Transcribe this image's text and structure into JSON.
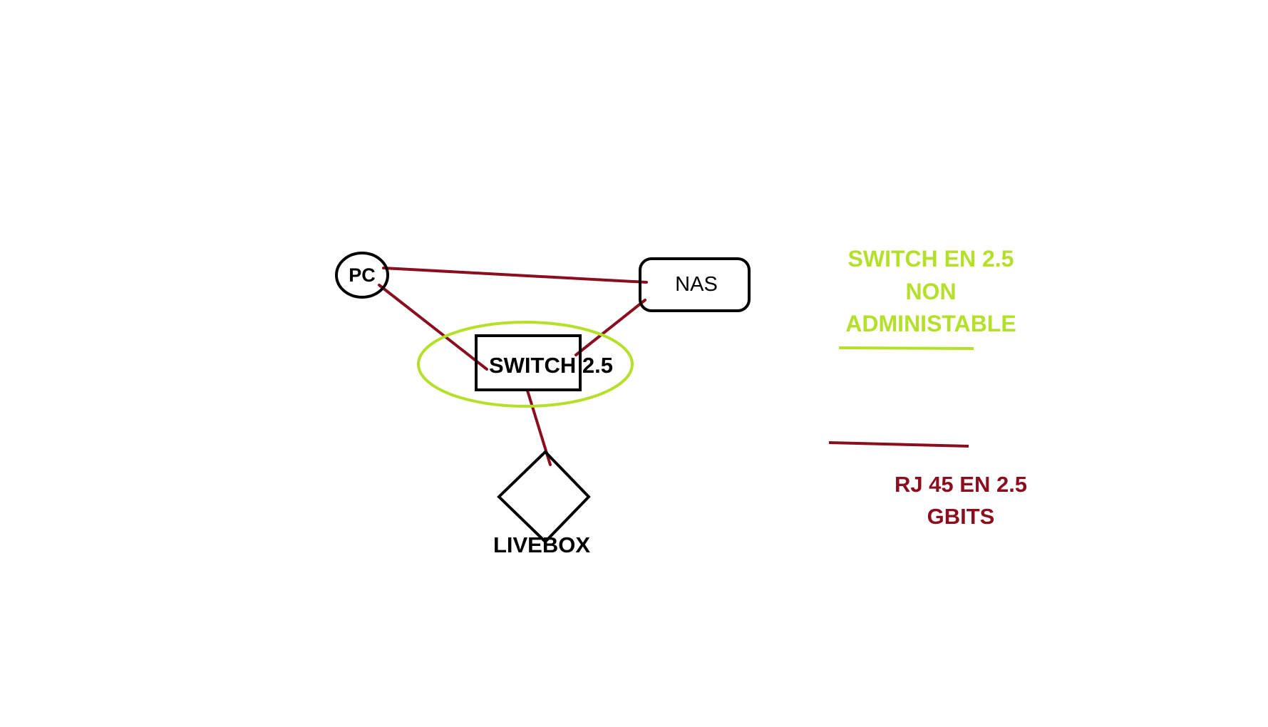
{
  "colors": {
    "background": "#ffffff",
    "outline": "#000000",
    "link": "#8b0e1f",
    "highlight": "#b5e02a"
  },
  "nodes": {
    "pc": {
      "label": "PC",
      "shape": "circle"
    },
    "nas": {
      "label": "NAS",
      "shape": "rounded-rectangle"
    },
    "switch": {
      "label": "SWITCH 2.5",
      "shape": "rectangle"
    },
    "livebox": {
      "label": "LIVEBOX",
      "shape": "diamond"
    }
  },
  "links": [
    {
      "from": "PC",
      "to": "NAS"
    },
    {
      "from": "PC",
      "to": "SWITCH 2.5"
    },
    {
      "from": "NAS",
      "to": "SWITCH 2.5"
    },
    {
      "from": "SWITCH 2.5",
      "to": "LIVEBOX"
    }
  ],
  "legend": {
    "switch_note": {
      "line1": "SWITCH EN 2.5",
      "line2": "NON",
      "line3": "ADMINISTABLE",
      "color": "#b5e02a"
    },
    "cable_note": {
      "line1": "RJ 45 EN 2.5",
      "line2": "GBITS",
      "color": "#8b0e1f"
    }
  }
}
